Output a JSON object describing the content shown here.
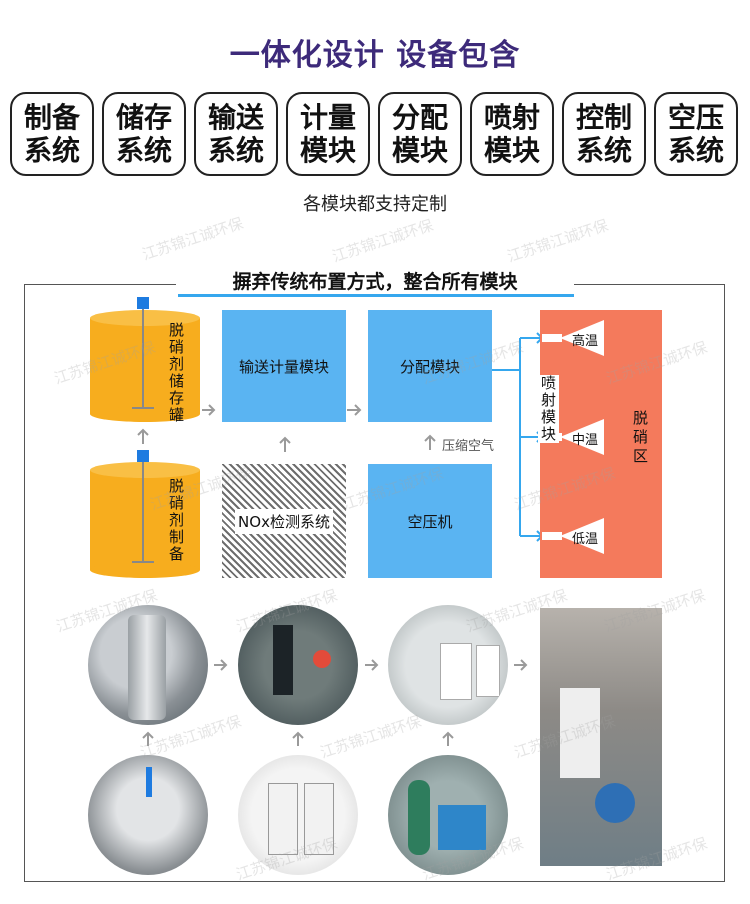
{
  "header": {
    "title": "一体化设计 设备包含",
    "pills": [
      {
        "line1": "制备",
        "line2": "系统"
      },
      {
        "line1": "储存",
        "line2": "系统"
      },
      {
        "line1": "输送",
        "line2": "系统"
      },
      {
        "line1": "计量",
        "line2": "模块"
      },
      {
        "line1": "分配",
        "line2": "模块"
      },
      {
        "line1": "喷射",
        "line2": "模块"
      },
      {
        "line1": "控制",
        "line2": "系统"
      },
      {
        "line1": "空压",
        "line2": "系统"
      }
    ],
    "subtitle": "各模块都支持定制"
  },
  "section": {
    "title": "摒弃传统布置方式，整合所有模块"
  },
  "diagram": {
    "storage_tank": "脱硝剂储存罐",
    "prep_tank": "脱硝剂制备",
    "transfer_meter": "输送计量模块",
    "distribution": "分配模块",
    "nox_detect": "NOx检测系统",
    "compressor": "空压机",
    "compressed_air": "压缩空气",
    "injection": "喷射模块",
    "denox_zone": "脱硝区",
    "nozzles": [
      "高温",
      "中温",
      "低温"
    ]
  },
  "watermark": "江苏锦江诚环保",
  "colors": {
    "title": "#3d2a7a",
    "module_blue": "#5ab4f2",
    "tank_orange": "#f7ad1e",
    "zone_red": "#f47a5c",
    "accent_line": "#35a7ee"
  }
}
